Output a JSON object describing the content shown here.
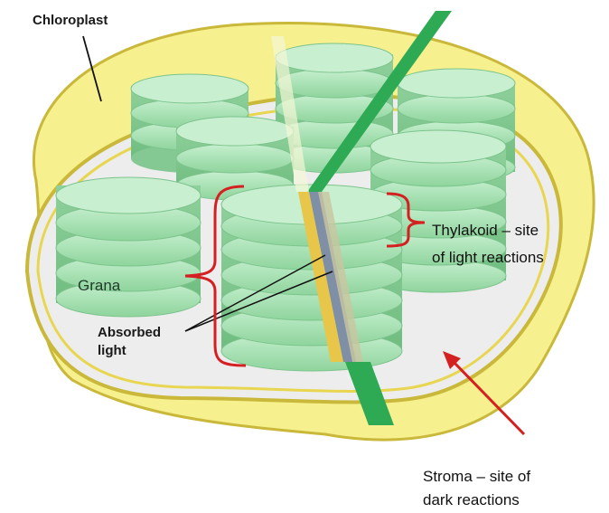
{
  "labels": {
    "chloroplast": "Chloroplast",
    "grana": "Grana",
    "absorbed_light": [
      "Absorbed",
      "light"
    ],
    "thylakoid": [
      "Thylakoid – site",
      "of light reactions"
    ],
    "stroma": [
      "Stroma – site of",
      "dark reactions"
    ]
  },
  "colors": {
    "outer_membrane": "#f5ef8a",
    "membrane_edge": "#c9b83a",
    "stroma": "#ececec",
    "thylakoid_fill": "#9fdcaa",
    "thylakoid_edge": "#7cc38c",
    "light_beam": "#2eaa55",
    "bracket": "#d42020",
    "arrow": "#d42020"
  }
}
